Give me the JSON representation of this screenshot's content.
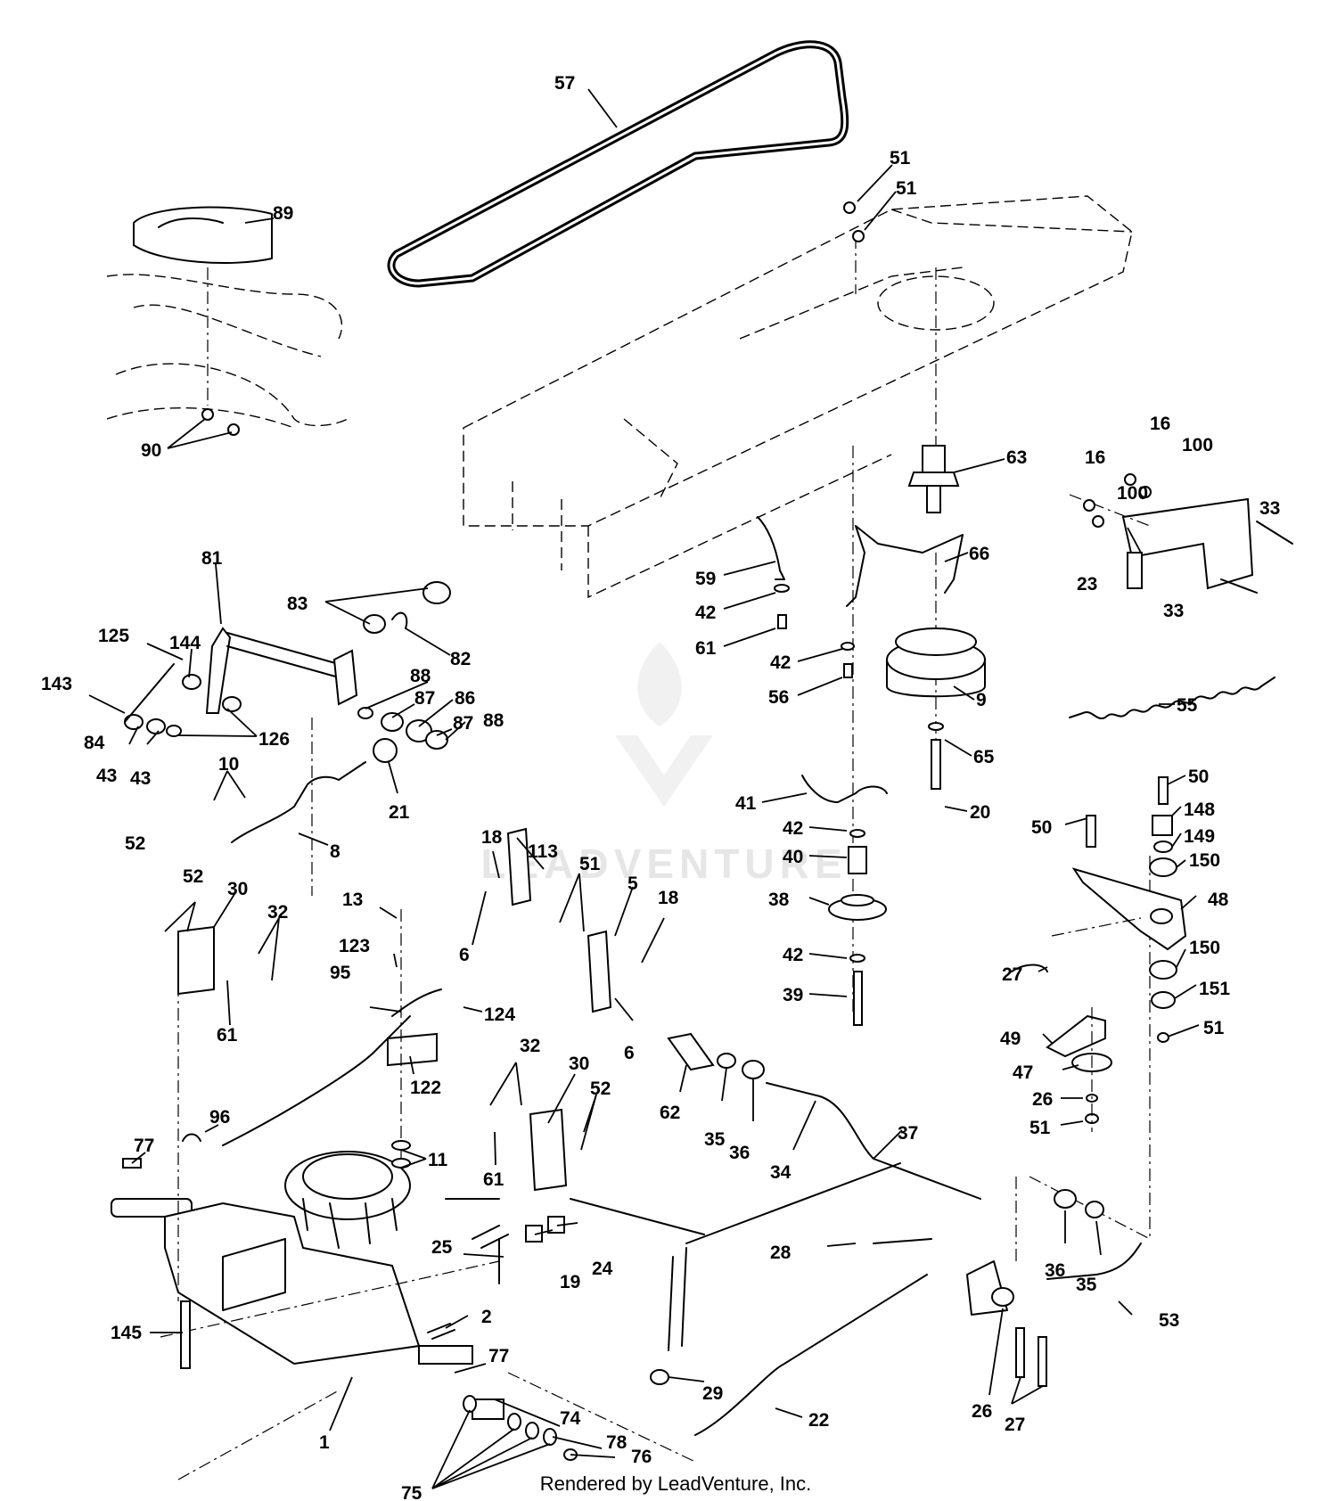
{
  "watermark": "LEADVENTURE",
  "footer": "Rendered by LeadVenture, Inc.",
  "callouts": [
    {
      "id": "c57",
      "text": "57"
    },
    {
      "id": "c51a",
      "text": "51"
    },
    {
      "id": "c51b",
      "text": "51"
    },
    {
      "id": "c89",
      "text": "89"
    },
    {
      "id": "c90",
      "text": "90"
    },
    {
      "id": "c63",
      "text": "63"
    },
    {
      "id": "c16a",
      "text": "16"
    },
    {
      "id": "c16b",
      "text": "16"
    },
    {
      "id": "c100a",
      "text": "100"
    },
    {
      "id": "c100b",
      "text": "100"
    },
    {
      "id": "c33a",
      "text": "33"
    },
    {
      "id": "c33b",
      "text": "33"
    },
    {
      "id": "c23",
      "text": "23"
    },
    {
      "id": "c66",
      "text": "66"
    },
    {
      "id": "c59",
      "text": "59"
    },
    {
      "id": "c42a",
      "text": "42"
    },
    {
      "id": "c61a",
      "text": "61"
    },
    {
      "id": "c42b",
      "text": "42"
    },
    {
      "id": "c56",
      "text": "56"
    },
    {
      "id": "c9",
      "text": "9"
    },
    {
      "id": "c55",
      "text": "55"
    },
    {
      "id": "c65",
      "text": "65"
    },
    {
      "id": "c20",
      "text": "20"
    },
    {
      "id": "c41",
      "text": "41"
    },
    {
      "id": "c42c",
      "text": "42"
    },
    {
      "id": "c40",
      "text": "40"
    },
    {
      "id": "c38",
      "text": "38"
    },
    {
      "id": "c42d",
      "text": "42"
    },
    {
      "id": "c39",
      "text": "39"
    },
    {
      "id": "c81",
      "text": "81"
    },
    {
      "id": "c83",
      "text": "83"
    },
    {
      "id": "c82",
      "text": "82"
    },
    {
      "id": "c125",
      "text": "125"
    },
    {
      "id": "c144",
      "text": "144"
    },
    {
      "id": "c143",
      "text": "143"
    },
    {
      "id": "c88a",
      "text": "88"
    },
    {
      "id": "c87a",
      "text": "87"
    },
    {
      "id": "c86",
      "text": "86"
    },
    {
      "id": "c87b",
      "text": "87"
    },
    {
      "id": "c88b",
      "text": "88"
    },
    {
      "id": "c126",
      "text": "126"
    },
    {
      "id": "c84",
      "text": "84"
    },
    {
      "id": "c43a",
      "text": "43"
    },
    {
      "id": "c43b",
      "text": "43"
    },
    {
      "id": "c10",
      "text": "10"
    },
    {
      "id": "c21",
      "text": "21"
    },
    {
      "id": "c8",
      "text": "8"
    },
    {
      "id": "c52a",
      "text": "52"
    },
    {
      "id": "c52b",
      "text": "52"
    },
    {
      "id": "c30a",
      "text": "30"
    },
    {
      "id": "c32a",
      "text": "32"
    },
    {
      "id": "c61b",
      "text": "61"
    },
    {
      "id": "c18a",
      "text": "18"
    },
    {
      "id": "c113",
      "text": "113"
    },
    {
      "id": "c51c",
      "text": "51"
    },
    {
      "id": "c5",
      "text": "5"
    },
    {
      "id": "c18b",
      "text": "18"
    },
    {
      "id": "c6a",
      "text": "6"
    },
    {
      "id": "c6b",
      "text": "6"
    },
    {
      "id": "c13",
      "text": "13"
    },
    {
      "id": "c123",
      "text": "123"
    },
    {
      "id": "c95",
      "text": "95"
    },
    {
      "id": "c124",
      "text": "124"
    },
    {
      "id": "c122",
      "text": "122"
    },
    {
      "id": "c96",
      "text": "96"
    },
    {
      "id": "c11",
      "text": "11"
    },
    {
      "id": "c32b",
      "text": "32"
    },
    {
      "id": "c30b",
      "text": "30"
    },
    {
      "id": "c52c",
      "text": "52"
    },
    {
      "id": "c61c",
      "text": "61"
    },
    {
      "id": "c77a",
      "text": "77"
    },
    {
      "id": "c145",
      "text": "145"
    },
    {
      "id": "c25",
      "text": "25"
    },
    {
      "id": "c19",
      "text": "19"
    },
    {
      "id": "c24",
      "text": "24"
    },
    {
      "id": "c2",
      "text": "2"
    },
    {
      "id": "c77b",
      "text": "77"
    },
    {
      "id": "c1",
      "text": "1"
    },
    {
      "id": "c74",
      "text": "74"
    },
    {
      "id": "c78",
      "text": "78"
    },
    {
      "id": "c76",
      "text": "76"
    },
    {
      "id": "c75",
      "text": "75"
    },
    {
      "id": "c62",
      "text": "62"
    },
    {
      "id": "c35a",
      "text": "35"
    },
    {
      "id": "c36a",
      "text": "36"
    },
    {
      "id": "c34",
      "text": "34"
    },
    {
      "id": "c37",
      "text": "37"
    },
    {
      "id": "c28",
      "text": "28"
    },
    {
      "id": "c29",
      "text": "29"
    },
    {
      "id": "c22",
      "text": "22"
    },
    {
      "id": "c50a",
      "text": "50"
    },
    {
      "id": "c50b",
      "text": "50"
    },
    {
      "id": "c148",
      "text": "148"
    },
    {
      "id": "c149",
      "text": "149"
    },
    {
      "id": "c150a",
      "text": "150"
    },
    {
      "id": "c48",
      "text": "48"
    },
    {
      "id": "c27a",
      "text": "27"
    },
    {
      "id": "c150b",
      "text": "150"
    },
    {
      "id": "c151",
      "text": "151"
    },
    {
      "id": "c51d",
      "text": "51"
    },
    {
      "id": "c49",
      "text": "49"
    },
    {
      "id": "c47",
      "text": "47"
    },
    {
      "id": "c26a",
      "text": "26"
    },
    {
      "id": "c51e",
      "text": "51"
    },
    {
      "id": "c36b",
      "text": "36"
    },
    {
      "id": "c35b",
      "text": "35"
    },
    {
      "id": "c53",
      "text": "53"
    },
    {
      "id": "c26b",
      "text": "26"
    },
    {
      "id": "c27b",
      "text": "27"
    }
  ]
}
